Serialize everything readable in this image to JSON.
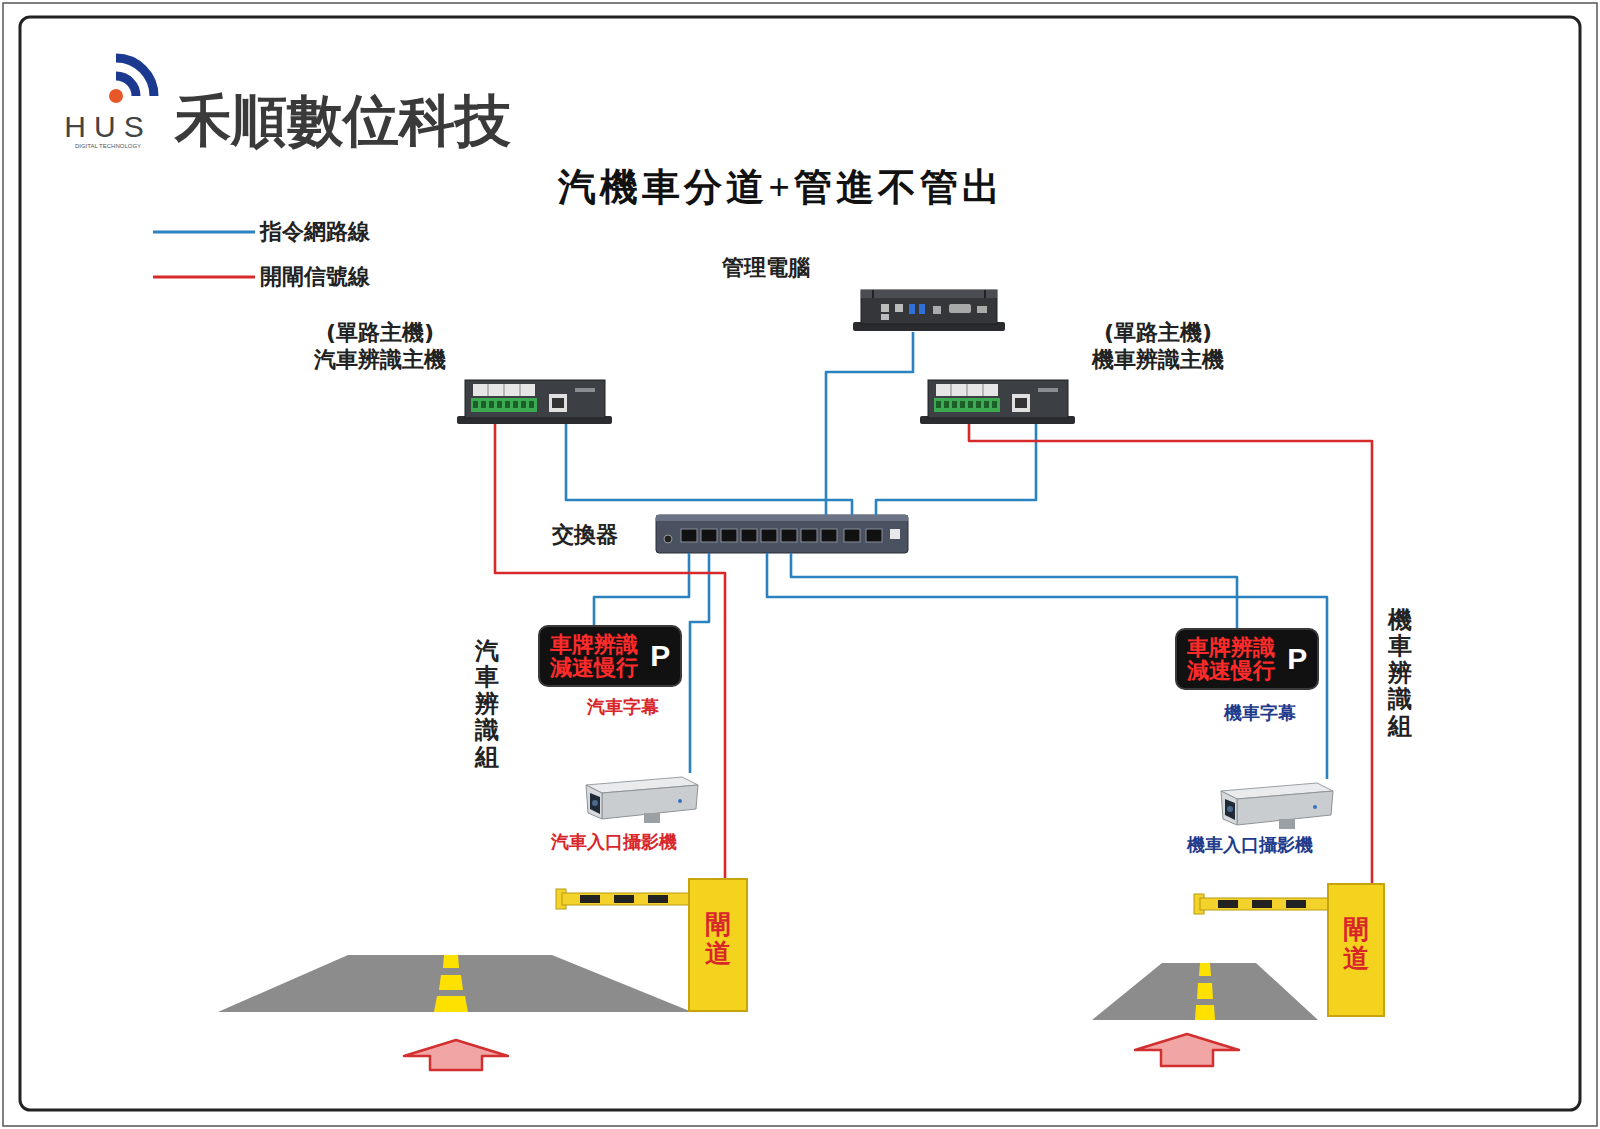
{
  "diagram": {
    "title": "汽機車分道+管進不管出",
    "nodes": [
      {
        "text": [
          "管理電腦"
        ]
      },
      {
        "text": [
          "(單路主機)",
          "汽車辨識主機"
        ]
      },
      {
        "text": [
          "(單路主機)",
          "機車辨識主機"
        ]
      },
      {
        "text": [
          "交換器"
        ]
      },
      {
        "text": [
          "車牌辨識 減速慢行",
          "P",
          "汽車字幕"
        ]
      },
      {
        "text": [
          "汽車入口攝影機"
        ]
      },
      {
        "text": [
          "閘道"
        ]
      },
      {
        "text": [
          "車牌辨識 減速慢行",
          "P",
          "機車字幕"
        ]
      },
      {
        "text": [
          "機車入口攝影機"
        ]
      },
      {
        "text": [
          "閘道"
        ]
      }
    ],
    "edges": [
      {
        "from": 0,
        "to": 3,
        "arrow": "none"
      },
      {
        "from": 1,
        "to": 3,
        "arrow": "none"
      },
      {
        "from": 2,
        "to": 3,
        "arrow": "none"
      },
      {
        "from": 3,
        "to": 4,
        "arrow": "none"
      },
      {
        "from": 3,
        "to": 5,
        "arrow": "none"
      },
      {
        "from": 3,
        "to": 7,
        "arrow": "none"
      },
      {
        "from": 3,
        "to": 8,
        "arrow": "none"
      },
      {
        "from": 1,
        "to": 6,
        "arrow": "none"
      },
      {
        "from": 2,
        "to": 9,
        "arrow": "none"
      }
    ],
    "labels": [
      "禾順數位科技",
      "HUS",
      "DIGITAL TECHNOLOGY",
      "汽車辨識組",
      "機車辨識組"
    ],
    "legend": [
      {
        "text": "指令網路線"
      },
      {
        "text": "開閘信號線"
      }
    ]
  }
}
